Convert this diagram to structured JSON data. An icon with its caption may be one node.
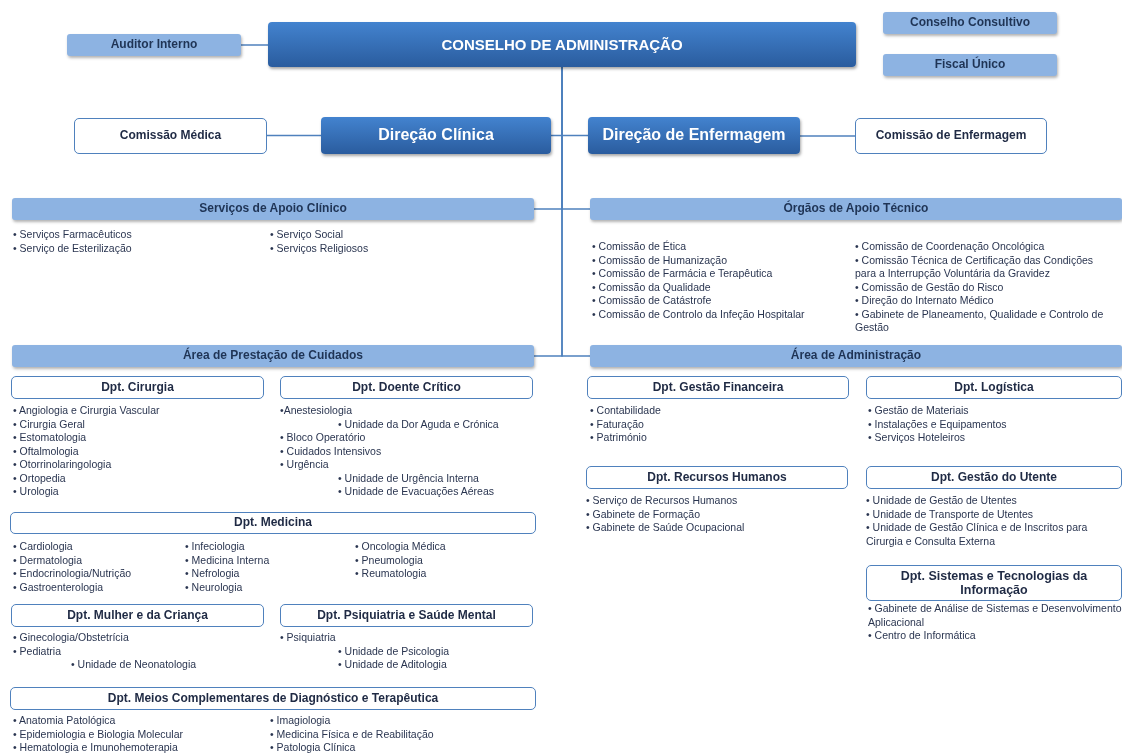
{
  "diagram": {
    "nodes": [
      {
        "text": [
          "CONSELHO DE ADMINISTRAÇÃO"
        ]
      },
      {
        "text": [
          "Auditor Interno"
        ]
      },
      {
        "text": [
          "Conselho Consultivo"
        ]
      },
      {
        "text": [
          "Fiscal Único"
        ]
      },
      {
        "text": [
          "Comissão Médica"
        ]
      },
      {
        "text": [
          "Direção Clínica"
        ]
      },
      {
        "text": [
          "Direção de Enfermagem"
        ]
      },
      {
        "text": [
          "Comissão de Enfermagem"
        ]
      },
      {
        "text": [
          "Serviços de Apoio Clínico"
        ],
        "beside": [
          "• Serviços Farmacêuticos",
          "• Serviço de Esterilização",
          "• Serviço Social",
          "• Serviços Religiosos"
        ]
      },
      {
        "text": [
          "Órgãos de Apoio Técnico"
        ],
        "beside": [
          "• Comissão de Ética",
          "• Comissão de Humanização",
          "• Comissão de Farmácia e Terapêutica",
          "• Comissão da Qualidade",
          "• Comissão de Catástrofe",
          "• Comissão de Controlo da Infeção Hospitalar",
          "• Comissão de Coordenação Oncológica",
          "• Comissão Técnica de Certificação das Condições para a Interrupção Voluntária da Gravidez",
          "• Comissão de Gestão do Risco",
          "• Direção do Internato Médico",
          "• Gabinete de Planeamento, Qualidade e Controlo de Gestão"
        ]
      },
      {
        "text": [
          "Área de Prestação de Cuidados"
        ]
      },
      {
        "text": [
          "Área de Administração"
        ]
      },
      {
        "text": [
          "Dpt. Cirurgia"
        ],
        "beside": [
          "• Angiologia e Cirurgia Vascular",
          "• Cirurgia Geral",
          "• Estomatologia",
          "• Oftalmologia",
          "• Otorrinolaringologia",
          "• Ortopedia",
          "• Urologia"
        ]
      },
      {
        "text": [
          "Dpt. Doente Crítico"
        ],
        "beside": [
          "•Anestesiologia",
          "• Unidade da Dor Aguda e Crónica",
          "• Bloco Operatório",
          "• Cuidados Intensivos",
          "• Urgência",
          "• Unidade de Urgência Interna",
          "• Unidade de Evacuações Aéreas"
        ]
      },
      {
        "text": [
          "Dpt. Medicina"
        ],
        "beside": [
          "• Cardiologia",
          "• Dermatologia",
          "• Endocrinologia/Nutrição",
          "• Gastroenterologia",
          "• Infeciologia",
          "• Medicina Interna",
          "• Nefrologia",
          "• Neurologia",
          "• Oncologia Médica",
          "• Pneumologia",
          "• Reumatologia"
        ]
      },
      {
        "text": [
          "Dpt. Mulher e da Criança"
        ],
        "beside": [
          "• Ginecologia/Obstetrícia",
          "• Pediatria",
          "• Unidade de Neonatologia"
        ]
      },
      {
        "text": [
          "Dpt. Psiquiatria e Saúde Mental"
        ],
        "beside": [
          "• Psiquiatria",
          "• Unidade de Psicologia",
          "• Unidade de Aditologia"
        ]
      },
      {
        "text": [
          "Dpt. Meios Complementares de Diagnóstico e Terapêutica"
        ],
        "beside": [
          "• Anatomia Patológica",
          "• Epidemiologia e Biologia Molecular",
          "• Hematologia e Imunohemoterapia",
          "• Imagiologia",
          "• Medicina Física e de Reabilitação",
          "• Patologia Clínica"
        ]
      },
      {
        "text": [
          "Dpt. Gestão Financeira"
        ],
        "beside": [
          "• Contabilidade",
          "• Faturação",
          "• Património"
        ]
      },
      {
        "text": [
          "Dpt. Logística"
        ],
        "beside": [
          "• Gestão de Materiais",
          "• Instalações e Equipamentos",
          "• Serviços Hoteleiros"
        ]
      },
      {
        "text": [
          "Dpt. Recursos Humanos"
        ],
        "beside": [
          "• Serviço de Recursos Humanos",
          "• Gabinete de Formação",
          "• Gabinete de Saúde Ocupacional"
        ]
      },
      {
        "text": [
          "Dpt. Gestão do Utente"
        ],
        "beside": [
          "• Unidade de Gestão de Utentes",
          "• Unidade de Transporte de Utentes",
          "• Unidade de Gestão Clínica e de Inscritos para Cirurgia e Consulta Externa"
        ]
      },
      {
        "text": [
          "Dpt. Sistemas e Tecnologias da Informação"
        ],
        "beside": [
          "• Gabinete de Análise de Sistemas e Desenvolvimento Aplicacional",
          "• Centro de Informática"
        ]
      }
    ],
    "edges": [
      {
        "from": 0,
        "to": 1,
        "arrow": "none"
      },
      {
        "from": 0,
        "to": 5,
        "arrow": "none"
      },
      {
        "from": 0,
        "to": 6,
        "arrow": "none"
      },
      {
        "from": 4,
        "to": 5,
        "arrow": "none"
      },
      {
        "from": 6,
        "to": 7,
        "arrow": "none"
      },
      {
        "from": 0,
        "to": 8,
        "arrow": "none"
      },
      {
        "from": 0,
        "to": 9,
        "arrow": "none"
      },
      {
        "from": 0,
        "to": 10,
        "arrow": "none"
      },
      {
        "from": 0,
        "to": 11,
        "arrow": "none"
      }
    ]
  }
}
